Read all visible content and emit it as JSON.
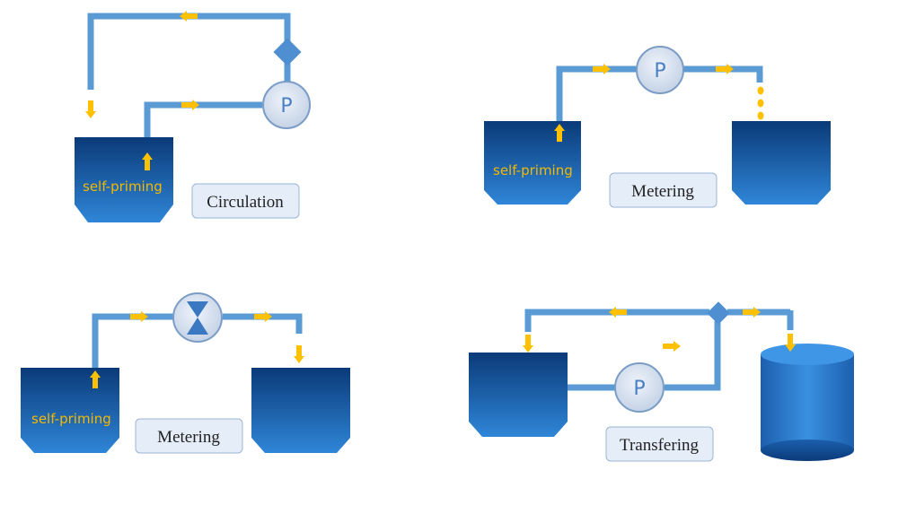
{
  "panels": [
    {
      "caption": "Circulation",
      "tank_label": "self-priming",
      "pump_symbol": "P"
    },
    {
      "caption": "Metering",
      "tank_label": "self-priming",
      "pump_symbol": "P"
    },
    {
      "caption": "Metering",
      "tank_label": "self-priming",
      "pump_symbol": "hourglass-icon"
    },
    {
      "caption": "Transfering",
      "pump_symbol": "P"
    }
  ],
  "colors": {
    "pipe": "#5B9BD5",
    "arrow": "#FFC000",
    "tank_top": "#0A3A78",
    "tank_bottom": "#2F86D8",
    "pump_fill": "#D9E4F2",
    "caption_bg": "#E4EDF8",
    "valve": "#4F8ED0"
  }
}
